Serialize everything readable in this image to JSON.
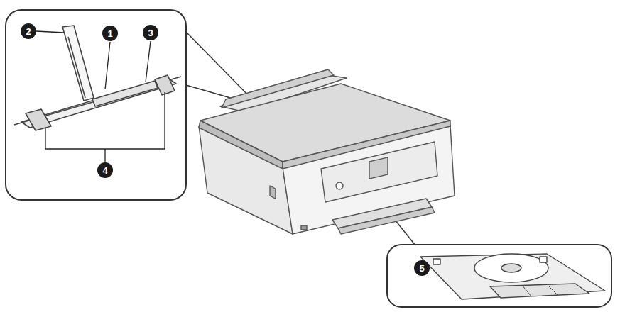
{
  "diagram": {
    "labels": [
      "2",
      "1",
      "3",
      "4",
      "5"
    ]
  }
}
